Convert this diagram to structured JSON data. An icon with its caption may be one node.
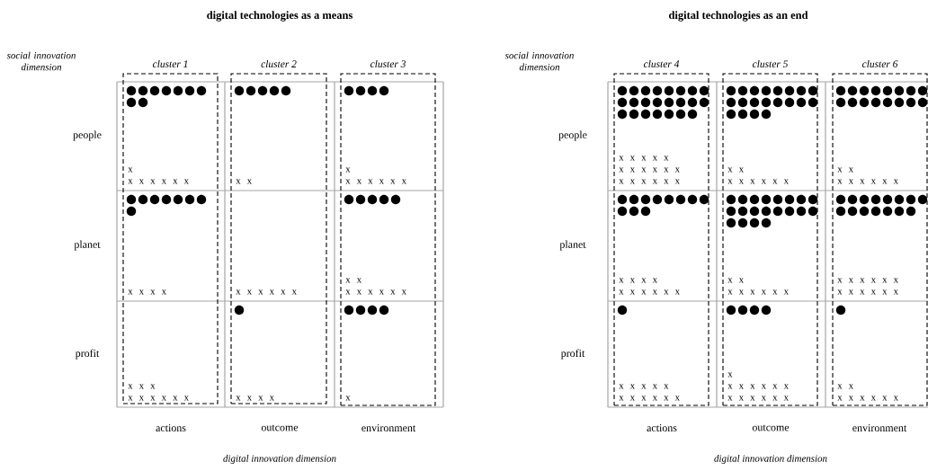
{
  "diagram": {
    "nodes": [
      {
        "text": [
          "cluster 1",
          "x",
          "x x x x x x",
          "x x x x",
          "x x x",
          "x x x x x x"
        ]
      },
      {
        "text": [
          "cluster 2",
          "x x",
          "x x x x x x",
          "x x x x"
        ]
      },
      {
        "text": [
          "cluster 3",
          "x",
          "x x x x x x",
          "x x",
          "x x x x x x",
          "x"
        ]
      },
      {
        "text": [
          "cluster 4",
          "x x x x x",
          "x x x x x x",
          "x x x x x x",
          "x x x x",
          "x x x x x x",
          "x x x x x",
          "x x x x x x"
        ]
      },
      {
        "text": [
          "cluster 5",
          "x x",
          "x x x x x x",
          "x x",
          "x x x x x x",
          "x",
          "x x x x x x",
          "x x x x x x"
        ]
      },
      {
        "text": [
          "cluster 6",
          "x x",
          "x x x x x x",
          "x x x x x x",
          "x x x x x x",
          "x x",
          "x x x x x x"
        ]
      }
    ],
    "labels": [
      "digital technologies as a means",
      "digital technologies as an end",
      "social innovation dimension",
      "social innovation dimension",
      "people",
      "people",
      "planet",
      "planet",
      "profit",
      "profit",
      "actions",
      "outcome",
      "environment",
      "actions",
      "outcome",
      "environment",
      "digital innovation dimension",
      "digital innovation dimension"
    ]
  }
}
